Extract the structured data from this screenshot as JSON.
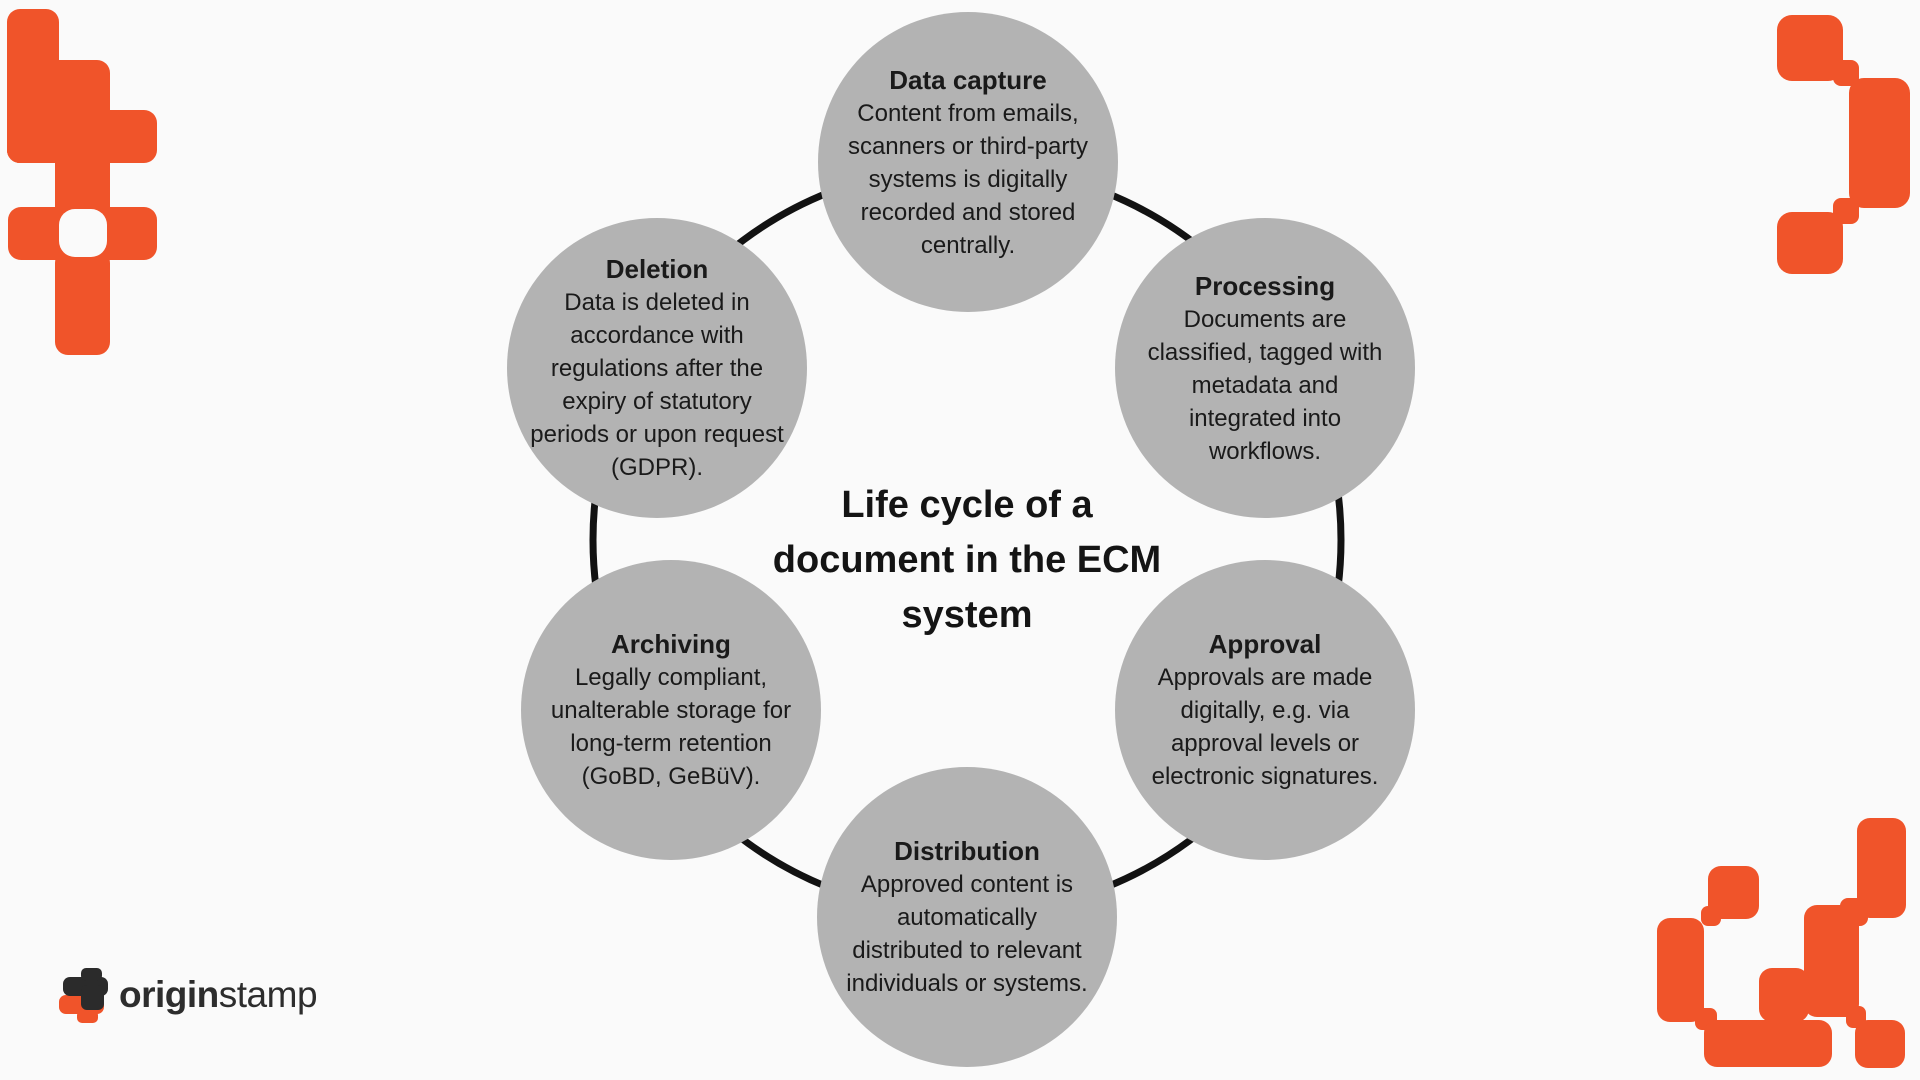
{
  "diagram": {
    "title": "Life cycle of a\ndocument in the ECM\nsystem",
    "steps": [
      {
        "id": "data-capture",
        "title": "Data capture",
        "body": "Content from emails,\nscanners or third-party\nsystems is digitally\nrecorded and stored\ncentrally."
      },
      {
        "id": "processing",
        "title": "Processing",
        "body": "Documents are\nclassified, tagged with\nmetadata and\nintegrated into\nworkflows."
      },
      {
        "id": "approval",
        "title": "Approval",
        "body": "Approvals are made\ndigitally, e.g. via\napproval levels or\nelectronic signatures."
      },
      {
        "id": "distribution",
        "title": "Distribution",
        "body": "Approved content is\nautomatically\ndistributed to relevant\nindividuals or systems."
      },
      {
        "id": "archiving",
        "title": "Archiving",
        "body": "Legally compliant,\nunalterable storage for\nlong-term retention\n(GoBD, GeBüV)."
      },
      {
        "id": "deletion",
        "title": "Deletion",
        "body": "Data is deleted in\naccordance with\nregulations after the\nexpiry of statutory\nperiods or upon request\n(GDPR)."
      }
    ]
  },
  "logo": {
    "brand_bold": "origin",
    "brand_regular": "stamp"
  },
  "colors": {
    "accent_orange": "#F0542A",
    "circle_gray": "#B3B3B3",
    "ring_black": "#121212",
    "background": "#FAFAFA",
    "text": "#1A1A1A",
    "logo_dark": "#2B2B2B"
  }
}
